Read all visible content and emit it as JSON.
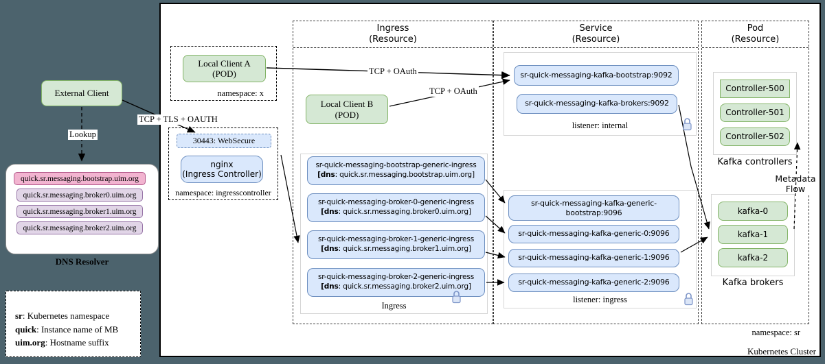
{
  "colors": {
    "outer_bg": "#4c636d",
    "green_fill": "#d5e8d4",
    "green_border": "#82b366",
    "blue_fill": "#dae8fc",
    "blue_border": "#6c8ebf",
    "pink_fill": "#f2b4d0",
    "pink_border": "#b55b8d",
    "purple_fill": "#e1d5e7",
    "purple_border": "#9673a6"
  },
  "external_client": {
    "label": "External Client"
  },
  "dns_resolver": {
    "title": "DNS Resolver",
    "entries": [
      "quick.sr.messaging.bootstrap.uim.org",
      "quick.sr.messaging.broker0.uim.org",
      "quick.sr.messaging.broker1.uim.org",
      "quick.sr.messaging.broker2.uim.org"
    ]
  },
  "legend": {
    "lines": [
      {
        "term": "sr",
        "rest": ": Kubernetes namespace"
      },
      {
        "term": "quick",
        "rest": ": Instance name of MB"
      },
      {
        "term": "uim.org",
        "rest": ": Hostname suffix"
      }
    ]
  },
  "edge_labels": {
    "lookup": "Lookup",
    "tcp_tls_oauth": "TCP + TLS + OAUTH",
    "tcp_oauth_a": "TCP + OAuth",
    "tcp_oauth_b": "TCP + OAuth",
    "metadata_line1": "Metadata",
    "metadata_line2": "Flow"
  },
  "namespace_x": {
    "pod_line1": "Local Client A",
    "pod_line2": "(POD)",
    "label": "namespace: x"
  },
  "local_client_b": {
    "line1": "Local Client B",
    "line2": "(POD)"
  },
  "ingress_controller": {
    "port_label": "30443: WebSecure",
    "app_line1": "nginx",
    "app_line2": "(Ingress Controller)",
    "namespace_label": "namespace: ingresscontroller"
  },
  "columns": {
    "ingress": {
      "line1": "Ingress",
      "line2": "(Resource)"
    },
    "service": {
      "line1": "Service",
      "line2": "(Resource)"
    },
    "pod": {
      "line1": "Pod",
      "line2": "(Resource)"
    }
  },
  "ingress_group": {
    "label": "Ingress",
    "items": [
      {
        "name": "sr-quick-messaging-bootstrap-generic-ingress",
        "dns_bold": "[dns",
        "dns_rest": ": quick.sr.messaging.bootstrap.uim.org]"
      },
      {
        "name": "sr-quick-messaging-broker-0-generic-ingress",
        "dns_bold": "[dns",
        "dns_rest": ": quick.sr.messaging.broker0.uim.org]"
      },
      {
        "name": "sr-quick-messaging-broker-1-generic-ingress",
        "dns_bold": "[dns",
        "dns_rest": ": quick.sr.messaging.broker1.uim.org]"
      },
      {
        "name": "sr-quick-messaging-broker-2-generic-ingress",
        "dns_bold": "[dns",
        "dns_rest": ": quick.sr.messaging.broker2.uim.org]"
      }
    ]
  },
  "service_internal": {
    "label": "listener: internal",
    "items": [
      "sr-quick-messaging-kafka-bootstrap:9092",
      "sr-quick-messaging-kafka-brokers:9092"
    ]
  },
  "service_ingress": {
    "label": "listener: ingress",
    "items": [
      "sr-quick-messaging-kafka-generic-bootstrap:9096",
      "sr-quick-messaging-kafka-generic-0:9096",
      "sr-quick-messaging-kafka-generic-1:9096",
      "sr-quick-messaging-kafka-generic-2:9096"
    ]
  },
  "kafka_controllers": {
    "label": "Kafka controllers",
    "items": [
      "Controller-500",
      "Controller-501",
      "Controller-502"
    ]
  },
  "kafka_brokers": {
    "label": "Kafka brokers",
    "items": [
      "kafka-0",
      "kafka-1",
      "kafka-2"
    ]
  },
  "cluster": {
    "title": "Kubernetes Cluster",
    "namespace_sr": "namespace: sr"
  }
}
